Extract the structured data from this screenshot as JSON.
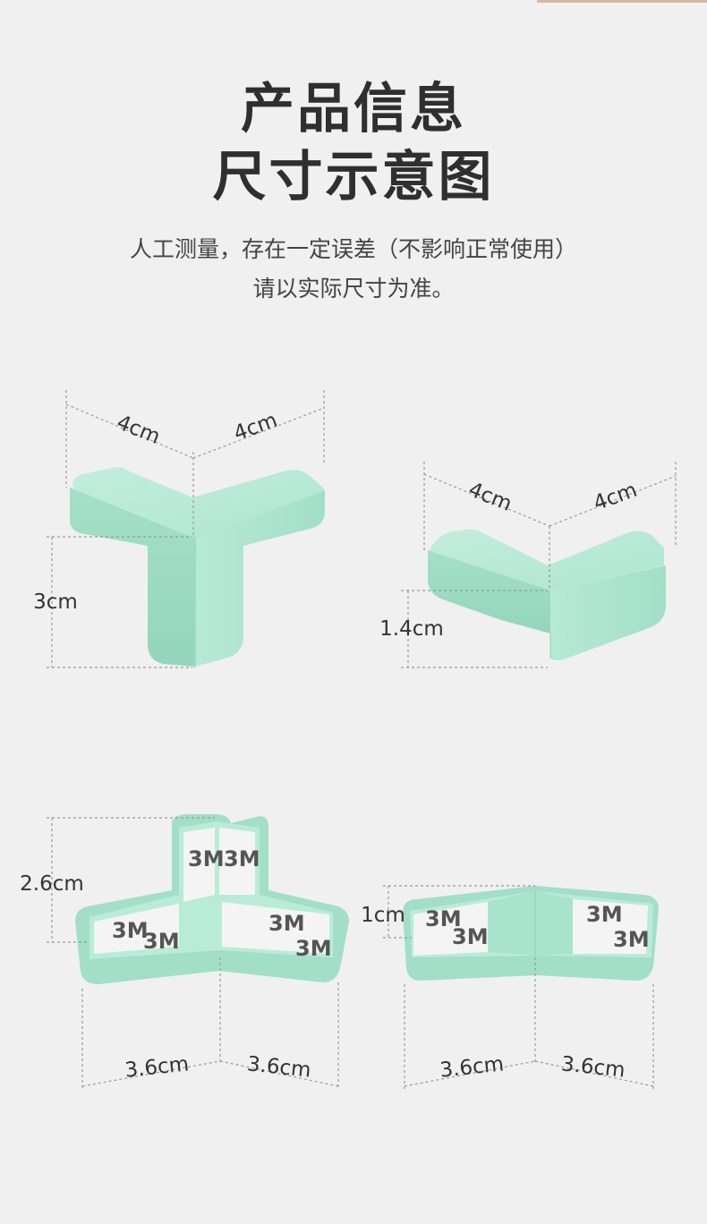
{
  "header": {
    "title_line1": "产品信息",
    "title_line2": "尺寸示意图",
    "note_line1": "人工测量，存在一定误差（不影响正常使用）",
    "note_line2": "请以实际尺寸为准。"
  },
  "colors": {
    "background": "#f0f0f0",
    "product_mint": "#a8e3cc",
    "text": "#333333"
  },
  "products": {
    "tshape_top": {
      "width_left": "4cm",
      "width_right": "4cm",
      "height": "3cm"
    },
    "lshape_top": {
      "width_left": "4cm",
      "width_right": "4cm",
      "height": "1.4cm"
    },
    "tshape_back": {
      "height": "2.6cm",
      "depth_left": "3.6cm",
      "depth_right": "3.6cm",
      "tape_mark": "3M"
    },
    "lshape_back": {
      "height": "1cm",
      "depth_left": "3.6cm",
      "depth_right": "3.6cm",
      "tape_mark": "3M"
    }
  }
}
